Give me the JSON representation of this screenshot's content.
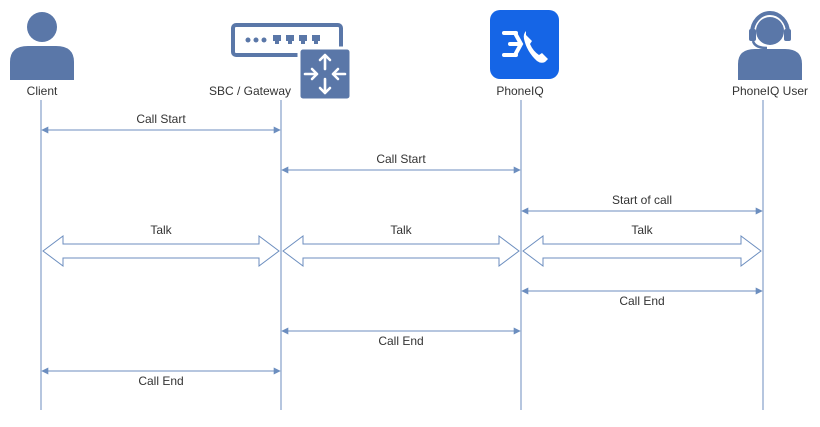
{
  "colors": {
    "line": "#6C8EBF",
    "icon": "#5A77A8",
    "phoneiq_tile": "#1565E6",
    "text": "#333333"
  },
  "actors": [
    {
      "label": "Client",
      "icon": "person-icon"
    },
    {
      "label": "SBC / Gateway",
      "icon": "gateway-router-icon"
    },
    {
      "label": "PhoneIQ",
      "icon": "phoneiq-logo-icon"
    },
    {
      "label": "PhoneIQ User",
      "icon": "headset-person-icon"
    }
  ],
  "messages": [
    {
      "label": "Call Start",
      "from": 0,
      "to": 1,
      "style": "line",
      "label_pos": "above"
    },
    {
      "label": "Call Start",
      "from": 1,
      "to": 2,
      "style": "line",
      "label_pos": "above"
    },
    {
      "label": "Start of call",
      "from": 2,
      "to": 3,
      "style": "line",
      "label_pos": "above"
    },
    {
      "label": "Talk",
      "from": 0,
      "to": 1,
      "style": "block",
      "label_pos": "above"
    },
    {
      "label": "Talk",
      "from": 1,
      "to": 2,
      "style": "block",
      "label_pos": "above"
    },
    {
      "label": "Talk",
      "from": 2,
      "to": 3,
      "style": "block",
      "label_pos": "above"
    },
    {
      "label": "Call End",
      "from": 2,
      "to": 3,
      "style": "line",
      "label_pos": "below"
    },
    {
      "label": "Call End",
      "from": 1,
      "to": 2,
      "style": "line",
      "label_pos": "below"
    },
    {
      "label": "Call End",
      "from": 0,
      "to": 1,
      "style": "line",
      "label_pos": "below"
    }
  ]
}
